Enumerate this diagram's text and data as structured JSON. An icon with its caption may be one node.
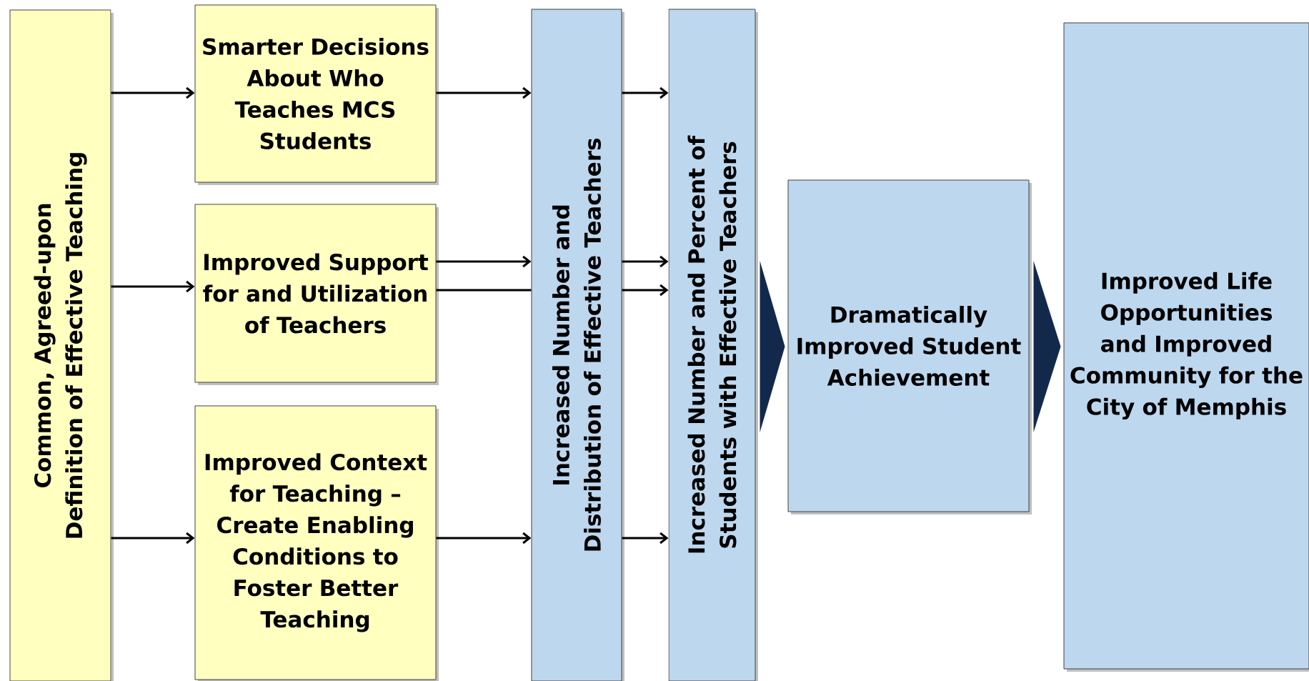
{
  "diagram": {
    "nodes": [
      {
        "text": [
          "Common, Agreed-upon Definition of Effective Teaching"
        ]
      },
      {
        "text": [
          "Smarter Decisions About Who Teaches MCS Students"
        ]
      },
      {
        "text": [
          "Improved Support for and Utilization of Teachers"
        ]
      },
      {
        "text": [
          "Improved Context for Teaching – Create Enabling Conditions to Foster Better Teaching"
        ]
      },
      {
        "text": [
          "Increased Number and Distribution of Effective Teachers"
        ]
      },
      {
        "text": [
          "Increased Number and Percent of Students with Effective Teachers"
        ]
      },
      {
        "text": [
          "Dramatically Improved Student Achievement"
        ]
      },
      {
        "text": [
          "Improved Life Opportunities and Improved Community for the City of Memphis"
        ]
      }
    ],
    "edges": [
      {
        "from": 0,
        "to": 1,
        "arrow": "to"
      },
      {
        "from": 0,
        "to": 2,
        "arrow": "to"
      },
      {
        "from": 0,
        "to": 3,
        "arrow": "to"
      },
      {
        "from": 1,
        "to": 4,
        "arrow": "to"
      },
      {
        "from": 2,
        "to": 4,
        "arrow": "to"
      },
      {
        "from": 2,
        "to": 4,
        "arrow": "none"
      },
      {
        "from": 3,
        "to": 4,
        "arrow": "to"
      },
      {
        "from": 4,
        "to": 5,
        "arrow": "to"
      },
      {
        "from": 4,
        "to": 5,
        "arrow": "to"
      },
      {
        "from": 4,
        "to": 5,
        "arrow": "to"
      },
      {
        "from": 4,
        "to": 5,
        "arrow": "to"
      },
      {
        "from": 5,
        "to": 6,
        "arrow": "to",
        "style": "thick"
      },
      {
        "from": 6,
        "to": 7,
        "arrow": "to",
        "style": "thick"
      }
    ]
  }
}
